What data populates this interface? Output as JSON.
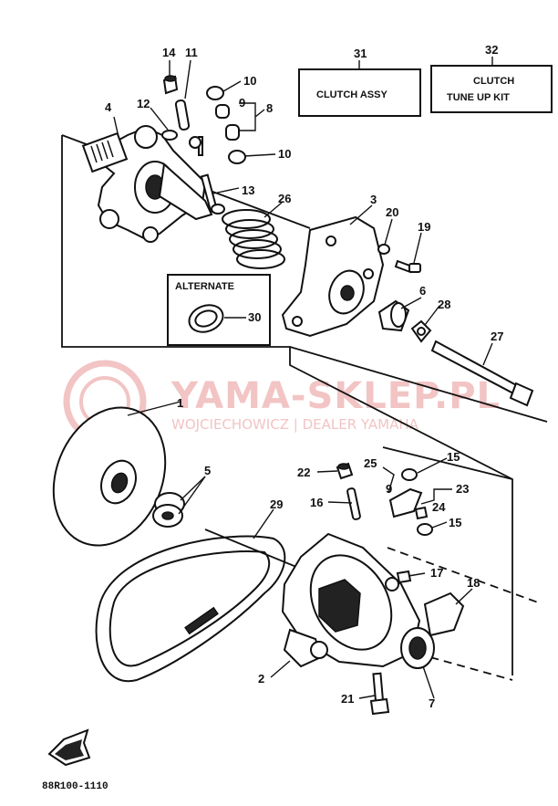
{
  "boxes": {
    "clutch_assy": {
      "number": "31",
      "text": "CLUTCH ASSY"
    },
    "tune_up_kit": {
      "number": "32",
      "line1": "CLUTCH",
      "line2": "TUNE UP KIT"
    },
    "alternate": {
      "title": "ALTERNATE",
      "number": "30"
    }
  },
  "watermark": {
    "title": "YAMA-SKLEP.PL",
    "subtitle": "WOJCIECHOWICZ | DEALER YAMAHA",
    "color": "#f2c4c4"
  },
  "parts": {
    "p1": "1",
    "p2": "2",
    "p3": "3",
    "p4": "4",
    "p5": "5",
    "p6": "6",
    "p7": "7",
    "p8": "8",
    "p9": "9",
    "p10a": "10",
    "p10b": "10",
    "p11": "11",
    "p12": "12",
    "p13": "13",
    "p14": "14",
    "p15a": "15",
    "p15b": "15",
    "p16": "16",
    "p17": "17",
    "p18": "18",
    "p19": "19",
    "p20": "20",
    "p21": "21",
    "p22": "22",
    "p23": "23",
    "p24": "24",
    "p25": "25",
    "p26": "26",
    "p27": "27",
    "p28": "28",
    "p29": "29"
  },
  "fwd_icon": "fwd-arrow-icon",
  "diagram_code": "88R100-1110"
}
